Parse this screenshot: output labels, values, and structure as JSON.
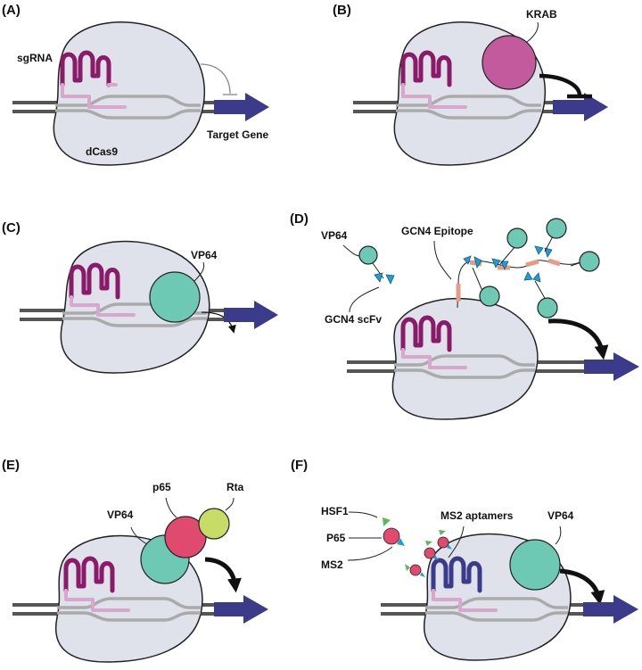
{
  "panels": [
    {
      "id": "A",
      "label": "(A)",
      "texts": {
        "sgrna": "sgRNA",
        "dcas9": "dCas9",
        "target": "Target Gene"
      }
    },
    {
      "id": "B",
      "label": "(B)",
      "texts": {
        "krab": "KRAB"
      }
    },
    {
      "id": "C",
      "label": "(C)",
      "texts": {
        "vp64": "VP64"
      }
    },
    {
      "id": "D",
      "label": "(D)",
      "texts": {
        "vp64": "VP64",
        "epitope": "GCN4 Epitope",
        "scfv": "GCN4 scFv"
      }
    },
    {
      "id": "E",
      "label": "(E)",
      "texts": {
        "vp64": "VP64",
        "p65": "p65",
        "rta": "Rta"
      }
    },
    {
      "id": "F",
      "label": "(F)",
      "texts": {
        "hsf1": "HSF1",
        "p65": "P65",
        "ms2": "MS2",
        "aptamers": "MS2 aptamers",
        "vp64": "VP64"
      }
    }
  ],
  "colors": {
    "dcas9": "#dfe2ea",
    "sgrna": "#8c1a6a",
    "sgrna_light": "#d8a8cc",
    "target_gene": "#3c3a8a",
    "krab": "#c45a9e",
    "vp64": "#6dc8b4",
    "p65": "#e04a6e",
    "rta": "#c7dc66",
    "gcn4_epitope": "#e79a86",
    "gcn4_scfv": "#1c9fd6",
    "hsf1": "#5cb85c",
    "ms2": "#1c9fd6",
    "ms2_aptamer": "#3c3a8a"
  }
}
